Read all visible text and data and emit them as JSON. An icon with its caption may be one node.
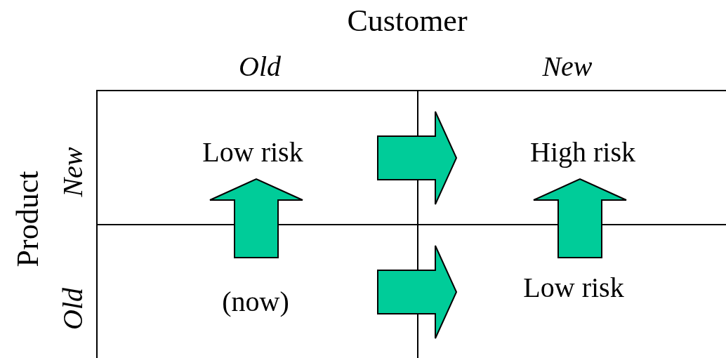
{
  "diagram": {
    "nodes": [
      {
        "text": [
          "Low risk"
        ]
      },
      {
        "text": [
          "High risk"
        ]
      },
      {
        "text": [
          "(now)"
        ]
      },
      {
        "text": [
          "Low risk"
        ]
      }
    ],
    "edges": [
      {
        "from": 2,
        "to": 0,
        "arrow": "to"
      },
      {
        "from": 0,
        "to": 1,
        "arrow": "to"
      },
      {
        "from": 2,
        "to": 3,
        "arrow": "to"
      },
      {
        "from": 3,
        "to": 1,
        "arrow": "to"
      }
    ],
    "labels": [
      "Customer",
      "Old",
      "New",
      "Product",
      "New",
      "Old"
    ]
  }
}
